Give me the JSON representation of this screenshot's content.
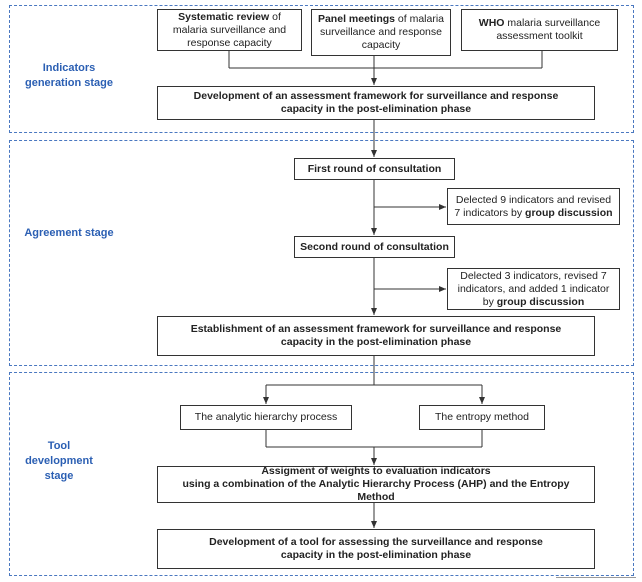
{
  "stages": {
    "generation": {
      "label": "Indicators generation stage"
    },
    "agreement": {
      "label": "Agreement stage"
    },
    "tool": {
      "label": "Tool development stage"
    }
  },
  "sources": [
    {
      "bold": "Systematic review",
      "rest": " of malaria surveillance and response capacity"
    },
    {
      "bold": "Panel meetings",
      "rest": " of malaria surveillance and response capacity"
    },
    {
      "bold": "WHO",
      "rest": " malaria surveillance assessment toolkit"
    }
  ],
  "framework_dev": "Development of an assessment framework for surveillance and response capacity in the post-elimination phase",
  "round1": "First round of consultation",
  "round1_note": {
    "text": "Delected 9 indicators and revised 7 indicators by ",
    "bold": "group discussion"
  },
  "round2": "Second round of consultation",
  "round2_note": {
    "text": "Delected 3 indicators, revised 7 indicators, and added 1 indicator by ",
    "bold": "group discussion"
  },
  "framework_est": "Establishment of an assessment framework for surveillance and response capacity in the post-elimination phase",
  "methods": [
    "The analytic hierarchy process",
    "The entropy method"
  ],
  "weights": {
    "line1": "Assigment of weights to evaluation  indicators",
    "line2": "using a combination of the Analytic Hierarchy Process (AHP) and the Entropy Method"
  },
  "tool_dev": "Development of a tool for assessing the surveillance and response capacity in the post-elimination phase"
}
